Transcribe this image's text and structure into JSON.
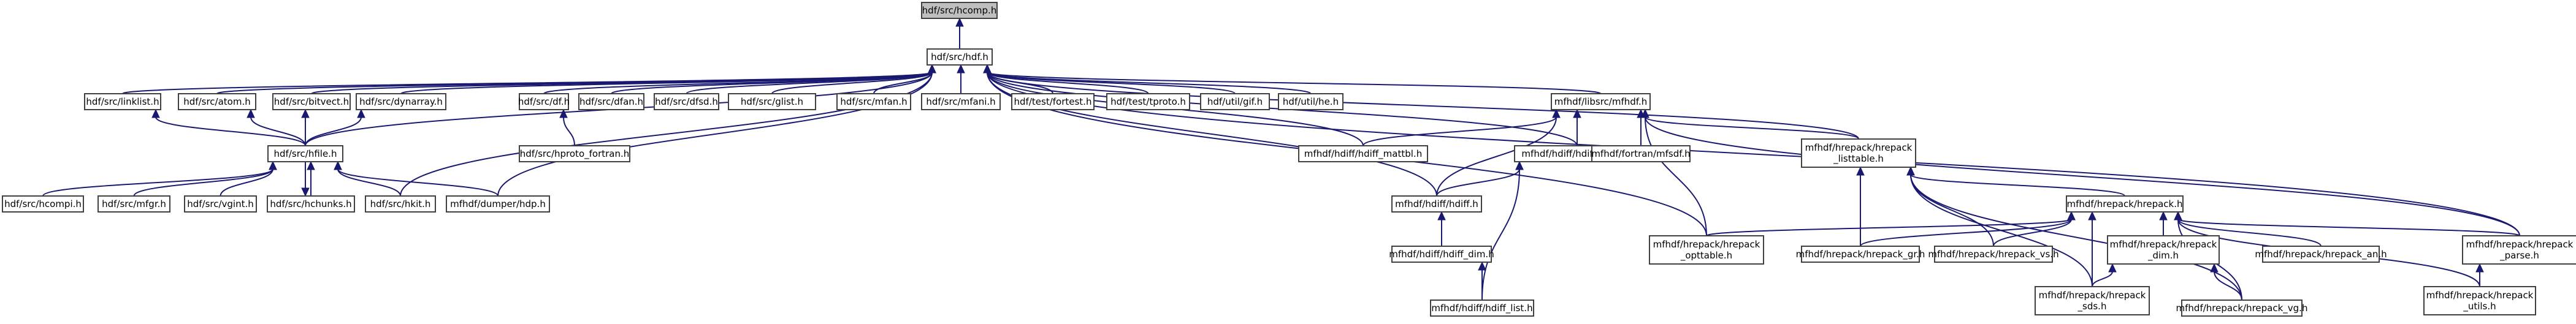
{
  "graph": {
    "colors": {
      "edge": "#191970",
      "root_fill": "#bfbfbf",
      "node_border": "#404040",
      "node_fill": "#ffffff"
    },
    "nodes": [
      {
        "id": "n0",
        "lines": [
          "hdf/src/hcomp.h"
        ],
        "root": true
      },
      {
        "id": "n1",
        "lines": [
          "hdf/src/hdf.h"
        ]
      },
      {
        "id": "n2",
        "lines": [
          "hdf/src/linklist.h"
        ]
      },
      {
        "id": "n3",
        "lines": [
          "hdf/src/atom.h"
        ]
      },
      {
        "id": "n4",
        "lines": [
          "hdf/src/bitvect.h"
        ]
      },
      {
        "id": "n5",
        "lines": [
          "hdf/src/dynarray.h"
        ]
      },
      {
        "id": "n6",
        "lines": [
          "hdf/src/df.h"
        ]
      },
      {
        "id": "n7",
        "lines": [
          "hdf/src/dfan.h"
        ]
      },
      {
        "id": "n8",
        "lines": [
          "hdf/src/dfsd.h"
        ]
      },
      {
        "id": "n9",
        "lines": [
          "hdf/src/glist.h"
        ]
      },
      {
        "id": "n10",
        "lines": [
          "hdf/src/mfan.h"
        ]
      },
      {
        "id": "n11",
        "lines": [
          "hdf/src/mfani.h"
        ]
      },
      {
        "id": "n12",
        "lines": [
          "hdf/test/fortest.h"
        ]
      },
      {
        "id": "n13",
        "lines": [
          "hdf/test/tproto.h"
        ]
      },
      {
        "id": "n14",
        "lines": [
          "hdf/util/gif.h"
        ]
      },
      {
        "id": "n15",
        "lines": [
          "hdf/util/he.h"
        ]
      },
      {
        "id": "n16",
        "lines": [
          "hdf/src/hfile.h"
        ]
      },
      {
        "id": "n17",
        "lines": [
          "hdf/src/hproto_fortran.h"
        ]
      },
      {
        "id": "n18",
        "lines": [
          "hdf/src/hcompi.h"
        ]
      },
      {
        "id": "n19",
        "lines": [
          "hdf/src/mfgr.h"
        ]
      },
      {
        "id": "n20",
        "lines": [
          "hdf/src/vgint.h"
        ]
      },
      {
        "id": "n21",
        "lines": [
          "hdf/src/hchunks.h"
        ]
      },
      {
        "id": "n22",
        "lines": [
          "hdf/src/hkit.h"
        ]
      },
      {
        "id": "n23",
        "lines": [
          "mfhdf/dumper/hdp.h"
        ]
      },
      {
        "id": "n24",
        "lines": [
          "mfhdf/libsrc/mfhdf.h"
        ]
      },
      {
        "id": "n25",
        "lines": [
          "mfhdf/hdiff/hdiff_mattbl.h"
        ]
      },
      {
        "id": "n26",
        "lines": [
          "mfhdf/hdiff/hdiff_table.h"
        ]
      },
      {
        "id": "n27",
        "lines": [
          "mfhdf/fortran/mfsdf.h"
        ]
      },
      {
        "id": "n28",
        "lines": [
          "mfhdf/hrepack/hrepack",
          "_listtable.h"
        ]
      },
      {
        "id": "n29",
        "lines": [
          "mfhdf/hdiff/hdiff.h"
        ]
      },
      {
        "id": "n30",
        "lines": [
          "mfhdf/hdiff/hdiff_dim.h"
        ]
      },
      {
        "id": "n31",
        "lines": [
          "mfhdf/hdiff/hdiff_list.h"
        ]
      },
      {
        "id": "n32",
        "lines": [
          "mfhdf/hrepack/hrepack",
          "_opttable.h"
        ]
      },
      {
        "id": "n33",
        "lines": [
          "mfhdf/hrepack/hrepack.h"
        ]
      },
      {
        "id": "n34",
        "lines": [
          "mfhdf/hrepack/hrepack_gr.h"
        ]
      },
      {
        "id": "n35",
        "lines": [
          "mfhdf/hrepack/hrepack_vs.h"
        ]
      },
      {
        "id": "n36",
        "lines": [
          "mfhdf/hrepack/hrepack",
          "_dim.h"
        ]
      },
      {
        "id": "n37",
        "lines": [
          "mfhdf/hrepack/hrepack_an.h"
        ]
      },
      {
        "id": "n38",
        "lines": [
          "mfhdf/hrepack/hrepack",
          "_parse.h"
        ]
      },
      {
        "id": "n39",
        "lines": [
          "mfhdf/hrepack/hrepack",
          "_sds.h"
        ]
      },
      {
        "id": "n40",
        "lines": [
          "mfhdf/hrepack/hrepack_vg.h"
        ]
      },
      {
        "id": "n41",
        "lines": [
          "mfhdf/hrepack/hrepack",
          "_utils.h"
        ]
      }
    ],
    "edges": [
      [
        "n0",
        "n1"
      ],
      [
        "n1",
        "n2"
      ],
      [
        "n1",
        "n3"
      ],
      [
        "n1",
        "n4"
      ],
      [
        "n1",
        "n5"
      ],
      [
        "n1",
        "n6"
      ],
      [
        "n1",
        "n7"
      ],
      [
        "n1",
        "n8"
      ],
      [
        "n1",
        "n9"
      ],
      [
        "n1",
        "n10"
      ],
      [
        "n1",
        "n11"
      ],
      [
        "n1",
        "n12"
      ],
      [
        "n1",
        "n13"
      ],
      [
        "n1",
        "n14"
      ],
      [
        "n1",
        "n15"
      ],
      [
        "n1",
        "n16"
      ],
      [
        "n1",
        "n22"
      ],
      [
        "n1",
        "n23"
      ],
      [
        "n1",
        "n24"
      ],
      [
        "n1",
        "n25"
      ],
      [
        "n1",
        "n26"
      ],
      [
        "n1",
        "n28"
      ],
      [
        "n1",
        "n29"
      ],
      [
        "n1",
        "n32"
      ],
      [
        "n1",
        "n38"
      ],
      [
        "n2",
        "n16"
      ],
      [
        "n3",
        "n16"
      ],
      [
        "n4",
        "n16"
      ],
      [
        "n5",
        "n16"
      ],
      [
        "n6",
        "n17"
      ],
      [
        "n16",
        "n18"
      ],
      [
        "n16",
        "n19"
      ],
      [
        "n16",
        "n20"
      ],
      [
        "n16",
        "n21"
      ],
      [
        "n16",
        "n22"
      ],
      [
        "n16",
        "n23"
      ],
      [
        "n21",
        "n16"
      ],
      [
        "n24",
        "n25"
      ],
      [
        "n24",
        "n26"
      ],
      [
        "n24",
        "n27"
      ],
      [
        "n24",
        "n28"
      ],
      [
        "n24",
        "n29"
      ],
      [
        "n24",
        "n32"
      ],
      [
        "n24",
        "n38"
      ],
      [
        "n26",
        "n29"
      ],
      [
        "n26",
        "n31"
      ],
      [
        "n28",
        "n33"
      ],
      [
        "n28",
        "n34"
      ],
      [
        "n28",
        "n35"
      ],
      [
        "n28",
        "n39"
      ],
      [
        "n28",
        "n40"
      ],
      [
        "n29",
        "n30"
      ],
      [
        "n30",
        "n31"
      ],
      [
        "n33",
        "n32"
      ],
      [
        "n33",
        "n34"
      ],
      [
        "n33",
        "n35"
      ],
      [
        "n33",
        "n36"
      ],
      [
        "n33",
        "n37"
      ],
      [
        "n33",
        "n38"
      ],
      [
        "n33",
        "n39"
      ],
      [
        "n33",
        "n40"
      ],
      [
        "n33",
        "n41"
      ],
      [
        "n36",
        "n39"
      ],
      [
        "n36",
        "n40"
      ],
      [
        "n38",
        "n41"
      ]
    ]
  }
}
